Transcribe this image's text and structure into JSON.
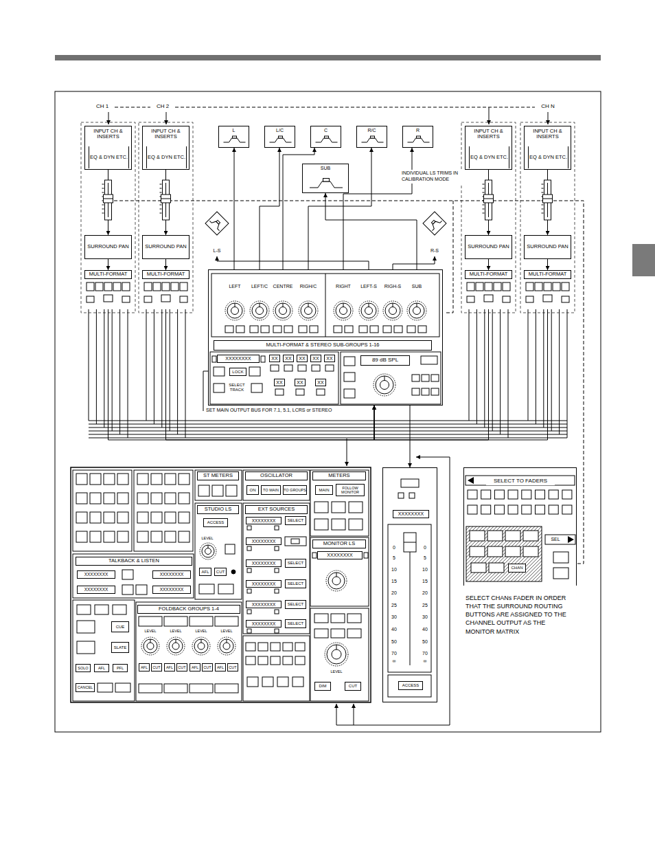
{
  "diagram": {
    "nodes": [
      {
        "text": [
          "INPUT CH & INSERTS"
        ]
      },
      {
        "text": [
          "EQ & DYN ETC."
        ],
        "in": 0
      },
      {
        "text": [
          "SURROUND PAN"
        ]
      },
      {
        "text": [
          "MULTI-FORMAT"
        ]
      },
      {
        "text": [
          "INPUT CH & INSERTS"
        ]
      },
      {
        "text": [
          "EQ & DYN ETC."
        ],
        "in": 4
      },
      {
        "text": [
          "SURROUND PAN"
        ]
      },
      {
        "text": [
          "MULTI-FORMAT"
        ]
      },
      {
        "text": [
          "L"
        ]
      },
      {
        "text": [
          "L/C"
        ]
      },
      {
        "text": [
          "C"
        ]
      },
      {
        "text": [
          "R/C"
        ]
      },
      {
        "text": [
          "R"
        ]
      },
      {
        "text": [
          "SUB"
        ]
      },
      {
        "text": [
          "L-S"
        ]
      },
      {
        "text": [
          "R-S"
        ]
      },
      {
        "text": [
          "INPUT CH & INSERTS"
        ]
      },
      {
        "text": [
          "EQ & DYN ETC."
        ],
        "in": 16
      },
      {
        "text": [
          "SURROUND PAN"
        ]
      },
      {
        "text": [
          "MULTI-FORMAT"
        ]
      },
      {
        "text": [
          "INPUT CH & INSERTS"
        ]
      },
      {
        "text": [
          "EQ & DYN ETC."
        ],
        "in": 20
      },
      {
        "text": [
          "SURROUND PAN"
        ]
      },
      {
        "text": [
          "MULTI-FORMAT"
        ]
      },
      {
        "text": [
          "MULTI-FORMAT & STEREO SUB-GROUPS 1-16"
        ]
      },
      {
        "text": [
          "ST METERS"
        ]
      },
      {
        "text": [
          "OSCILLATOR"
        ]
      },
      {
        "text": [
          "METERS"
        ]
      },
      {
        "text": [
          "STUDIO LS"
        ]
      },
      {
        "text": [
          "EXT SOURCES"
        ]
      },
      {
        "text": [
          "MONITOR LS"
        ]
      },
      {
        "text": [
          "TALKBACK & LISTEN"
        ]
      },
      {
        "text": [
          "FOLDBACK GROUPS 1-4"
        ]
      },
      {
        "text": [
          "XXXXXXXX",
          "ACCESS"
        ]
      },
      {
        "text": [
          "SELECT TO FADERS"
        ]
      }
    ],
    "edges": [
      {
        "from": 0,
        "to": 2,
        "arrow": "to"
      },
      {
        "from": 2,
        "to": 3,
        "arrow": "to"
      },
      {
        "from": 4,
        "to": 6,
        "arrow": "to"
      },
      {
        "from": 6,
        "to": 7,
        "arrow": "to"
      },
      {
        "from": 16,
        "to": 18,
        "arrow": "to"
      },
      {
        "from": 18,
        "to": 19,
        "arrow": "to"
      },
      {
        "from": 20,
        "to": 22,
        "arrow": "to"
      },
      {
        "from": 22,
        "to": 23,
        "arrow": "to"
      },
      {
        "from": 3,
        "to": 24,
        "arrow": "to"
      },
      {
        "from": 7,
        "to": 24,
        "arrow": "to"
      },
      {
        "from": 19,
        "to": 24,
        "arrow": "to"
      },
      {
        "from": 23,
        "to": 24,
        "arrow": "to"
      },
      {
        "from": 24,
        "to": 8,
        "arrow": "to"
      },
      {
        "from": 24,
        "to": 9,
        "arrow": "to"
      },
      {
        "from": 24,
        "to": 10,
        "arrow": "to"
      },
      {
        "from": 24,
        "to": 11,
        "arrow": "to"
      },
      {
        "from": 24,
        "to": 12,
        "arrow": "to"
      },
      {
        "from": 24,
        "to": 13,
        "arrow": "to"
      },
      {
        "from": 24,
        "to": 14,
        "arrow": "to"
      },
      {
        "from": 24,
        "to": 15,
        "arrow": "to"
      },
      {
        "from": 24,
        "to": 33,
        "arrow": "to"
      }
    ],
    "labels": [
      "CH 1",
      "CH 2",
      "CH N",
      "INDIVIDUAL LS TRIMS IN CALIBRATION MODE",
      "LEFT",
      "LEFT/C",
      "CENTRE",
      "RIGH/C",
      "RIGHT",
      "LEFT-S",
      "RIGH-S",
      "SUB",
      "XXXXXXXX",
      "LOCK",
      "SELECT TRACK",
      "XX",
      "XX",
      "XX",
      "XX",
      "XX",
      "XX",
      "XX",
      "XX",
      "89 dB SPL",
      "SET MAIN OUTPUT BUS FOR 7.1, 5.1, LCRS or STEREO",
      "ON",
      "TO MAIN",
      "TO GROUPS",
      "MAIN",
      "FOLLOW MONITOR",
      "ACCESS",
      "LEVEL",
      "AFL",
      "CUT",
      "XXXXXXXX",
      "XXXXXXXX",
      "XXXXXXXX",
      "XXXXXXXX",
      "XXXXXXXX",
      "XXXXXXXX",
      "SELECT",
      "SELECT",
      "SELECT",
      "SELECT",
      "SELECT",
      "XXXXXXXX",
      "LEVEL",
      "DIM",
      "CUT",
      "XXXXXXXX",
      "XXXXXXXX",
      "XXXXXXXX",
      "XXXXXXXX",
      "LEVEL",
      "LEVEL",
      "LEVEL",
      "LEVEL",
      "AFL",
      "AFL",
      "AFL",
      "AFL",
      "CUT",
      "CUT",
      "CUT",
      "CUT",
      "CUE",
      "SLATE",
      "SOLO",
      "AFL",
      "PFL",
      "CANCEL",
      "0",
      "5",
      "10",
      "15",
      "20",
      "25",
      "30",
      "40",
      "50",
      "70",
      "∞",
      "0",
      "5",
      "10",
      "15",
      "20",
      "25",
      "30",
      "40",
      "50",
      "70",
      "∞",
      "SEL",
      "CHAN",
      "SELECT CHANs FADER IN ORDER THAT THE SURROUND ROUTING BUTTONS ARE ASSIGNED TO THE CHANNEL OUTPUT AS THE MONITOR MATRIX"
    ]
  }
}
